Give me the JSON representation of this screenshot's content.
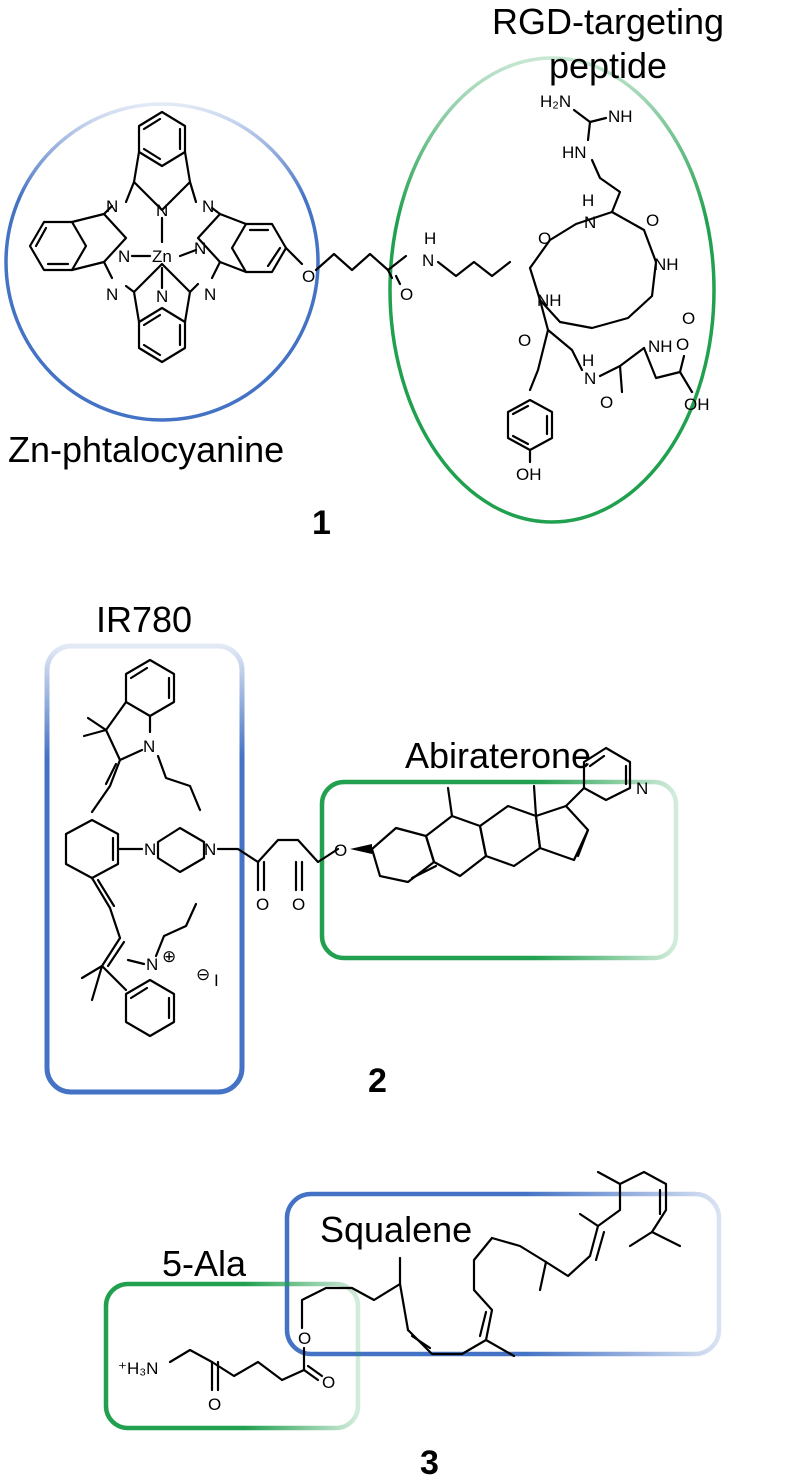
{
  "compounds": [
    {
      "number": "1",
      "parts": [
        {
          "label": "Zn-phtalocyanine",
          "color": "#4472C4"
        },
        {
          "label_line1": "RGD-targeting",
          "label_line2": "peptide",
          "color": "#21A04F"
        }
      ]
    },
    {
      "number": "2",
      "parts": [
        {
          "label": "IR780",
          "color": "#4472C4"
        },
        {
          "label": "Abiraterone",
          "color": "#21A04F"
        }
      ],
      "counterion": "I"
    },
    {
      "number": "3",
      "parts": [
        {
          "label": "Squalene",
          "color": "#4472C4"
        },
        {
          "label": "5-Ala",
          "color": "#21A04F"
        }
      ]
    }
  ],
  "atom_labels": {
    "N": "N",
    "Zn": "Zn",
    "O": "O",
    "H": "H",
    "NH": "NH",
    "HN": "HN",
    "H2N": "H₂N",
    "OH": "OH",
    "H3N": "⁺H₃N",
    "I": "I",
    "plus": "⊕",
    "minus": "⊖"
  },
  "colors": {
    "blue": "#4472C4",
    "green": "#21A04F"
  }
}
